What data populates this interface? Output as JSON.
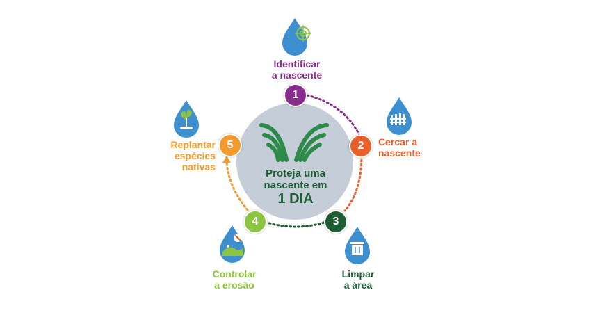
{
  "colors": {
    "step1": "#8a2b8e",
    "step2": "#e8612b",
    "step3": "#1d5e33",
    "step4": "#8cc540",
    "step5": "#f29a2e",
    "center_fill": "#c4cdd8",
    "center_ring": "#ffffff",
    "drop": "#3e8fd0",
    "drop_light": "#74b7e6",
    "logo_green": "#2d8a4a"
  },
  "center": {
    "line1": "Proteja uma",
    "line2": "nascente em",
    "line3": "1 DIA"
  },
  "steps": [
    {
      "number": "1",
      "label": "Identificar\na nascente",
      "icon": "target-icon"
    },
    {
      "number": "2",
      "label": "Cercar a\nnascente",
      "icon": "fence-icon"
    },
    {
      "number": "3",
      "label": "Limpar\na área",
      "icon": "trash-icon"
    },
    {
      "number": "4",
      "label": "Controlar\na erosão",
      "icon": "erosion-icon"
    },
    {
      "number": "5",
      "label": "Replantar\nespécies\nnativas",
      "icon": "sprout-icon"
    }
  ]
}
